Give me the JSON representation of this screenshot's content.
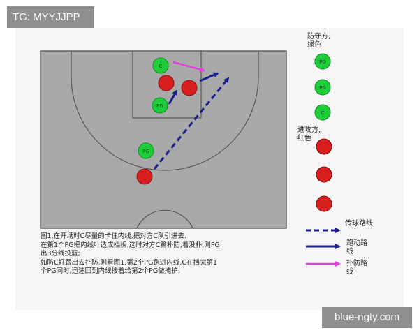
{
  "watermark_top": "TG: MYYJJPP",
  "watermark_bottom": "blue-ngty.com",
  "legend": {
    "defense_title_line1": "防守方,",
    "defense_title_line2": "绿色",
    "offense_title_line1": "进攻方,",
    "offense_title_line2": "红色",
    "pass_label": "传球路线",
    "drive_label_line1": "跑动路",
    "drive_label_line2": "线",
    "screen_label_line1": "扑防路",
    "screen_label_line2": "线",
    "defense_markers": [
      "PG",
      "PG",
      "C"
    ]
  },
  "court_players": {
    "green": [
      "C",
      "PG",
      "PG"
    ]
  },
  "caption_lines": [
    "图1,在开场时C尽量的卡住内线,把对方C队引进去.",
    "在第1个PG把内线叶造成挡拆,这时对方C第扑防,着没扑,则PG",
    "出3分线投篮;",
    "如防C好跟出去扑防,则看图1,第2个PG跑进内线,C在挡完第1",
    "个PG同时,迅速回到内线接着给第2个PG做掩护."
  ],
  "colors": {
    "court_bg": "#a9a9a9",
    "green": "#1fcc3a",
    "red": "#d81f1f",
    "pass_arrow": "#1a1f8c",
    "screen_arrow": "#e040e0"
  }
}
